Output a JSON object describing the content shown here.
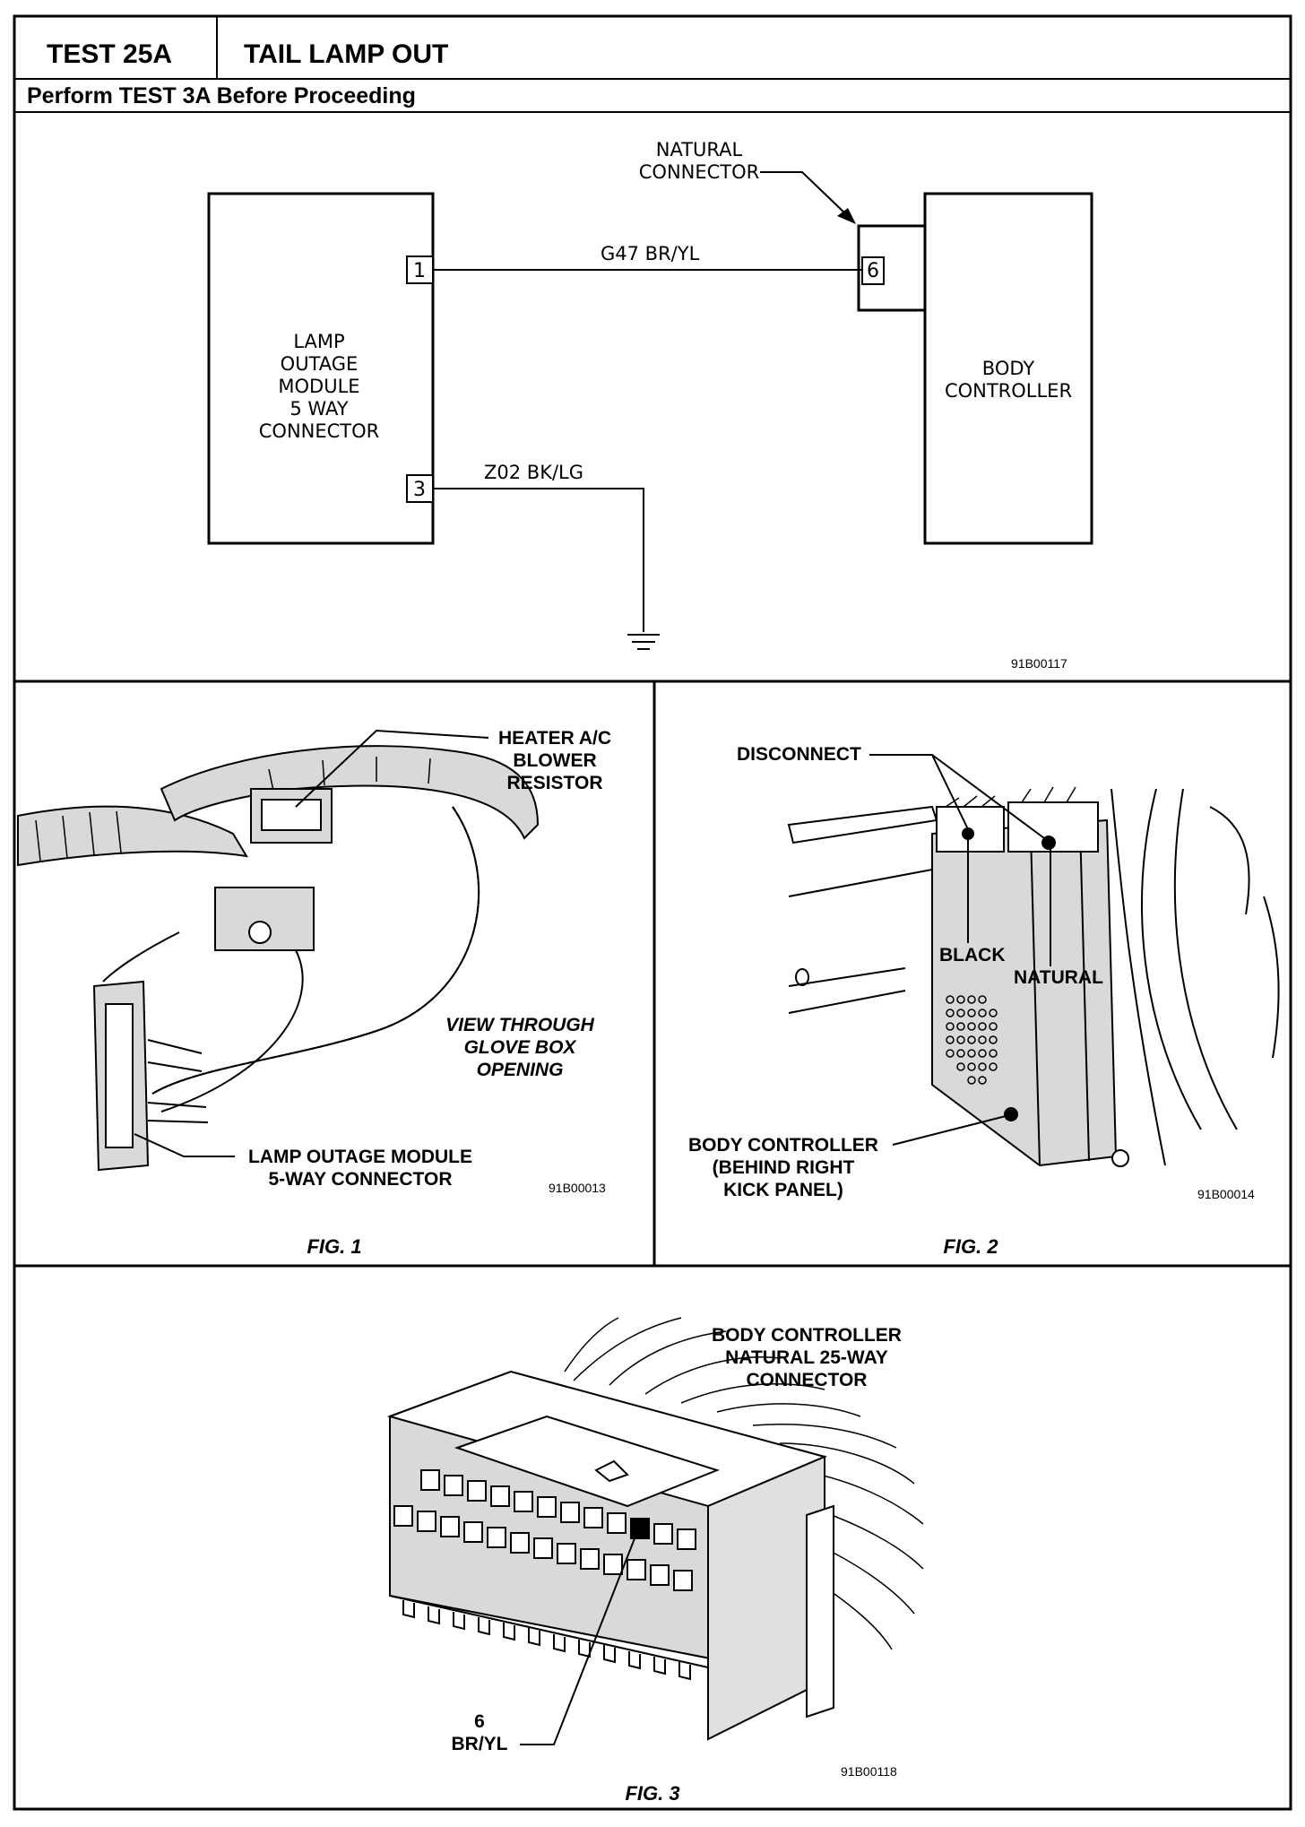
{
  "header": {
    "test_number": "TEST 25A",
    "test_title": "TAIL LAMP OUT",
    "prerequisite": "Perform TEST 3A Before Proceeding"
  },
  "schematic": {
    "lamp_module_label": [
      "LAMP",
      "OUTAGE",
      "MODULE",
      "5 WAY",
      "CONNECTOR"
    ],
    "body_controller_label": [
      "BODY",
      "CONTROLLER"
    ],
    "connector_label": [
      "NATURAL",
      "CONNECTOR"
    ],
    "wire_1": "G47 BR/YL",
    "wire_2": "Z02 BK/LG",
    "pin_1": "1",
    "pin_3": "3",
    "pin_6": "6",
    "ref": "91B00117"
  },
  "fig1": {
    "caption": "FIG. 1",
    "callout_heater": [
      "HEATER A/C",
      "BLOWER",
      "RESISTOR"
    ],
    "callout_view": [
      "VIEW THROUGH",
      "GLOVE BOX",
      "OPENING"
    ],
    "callout_lamp": [
      "LAMP OUTAGE MODULE",
      "5-WAY CONNECTOR"
    ],
    "ref": "91B00013"
  },
  "fig2": {
    "caption": "FIG. 2",
    "callout_disconnect": "DISCONNECT",
    "callout_black": "BLACK",
    "callout_natural": "NATURAL",
    "callout_body": [
      "BODY CONTROLLER",
      "(BEHIND RIGHT",
      "KICK PANEL)"
    ],
    "ref": "91B00014"
  },
  "fig3": {
    "caption": "FIG. 3",
    "title": [
      "BODY CONTROLLER",
      "NATURAL 25-WAY",
      "CONNECTOR"
    ],
    "pin_callout": [
      "6",
      "BR/YL"
    ],
    "ref": "91B00118"
  }
}
